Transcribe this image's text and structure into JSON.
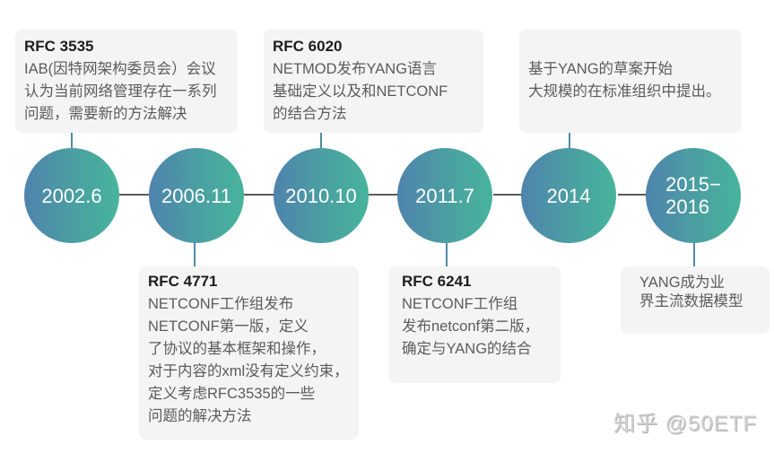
{
  "timeline": {
    "nodes": [
      {
        "date": "2002.6"
      },
      {
        "date": "2006.11"
      },
      {
        "date": "2010.10"
      },
      {
        "date": "2011.7"
      },
      {
        "date": "2014"
      },
      {
        "date_line1": "2015−",
        "date_line2": "2016"
      }
    ],
    "events": {
      "e2002": {
        "title": "RFC 3535",
        "lines": [
          "IAB(因特网架构委员会）会议",
          "认为当前网络管理存在一系列",
          "问题，需要新的方法解决"
        ]
      },
      "e2006": {
        "title": "RFC 4771",
        "lines": [
          "NETCONF工作组发布",
          "NETCONF第一版，定义",
          "了协议的基本框架和操作，",
          "对于内容的xml没有定义约束，",
          "定义考虑RFC3535的一些",
          "问题的解决方法"
        ]
      },
      "e2010": {
        "title": "RFC 6020",
        "lines": [
          "NETMOD发布YANG语言",
          "基础定义以及和NETCONF",
          "的结合方法"
        ]
      },
      "e2011": {
        "title": "RFC 6241",
        "lines": [
          "NETCONF工作组",
          "发布netconf第二版，",
          "确定与YANG的结合"
        ]
      },
      "e2014": {
        "lines": [
          "基于YANG的草案开始",
          "大规模的在标准组织中提出。"
        ]
      },
      "e2015": {
        "lines": [
          "YANG成为业",
          "界主流数据模型"
        ]
      }
    },
    "colors": {
      "circle_gradient_start": "#4f83ad",
      "circle_gradient_end": "#47b49c",
      "card_bg": "#f4f4f4",
      "connector": "#4e8aa8"
    }
  },
  "watermark": {
    "text": "知乎 @50ETF"
  }
}
